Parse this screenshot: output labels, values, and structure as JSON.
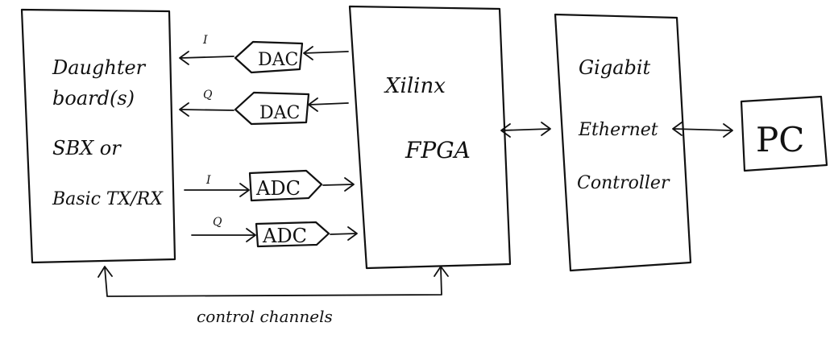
{
  "blocks": {
    "daughter": {
      "lines": [
        "Daughter",
        "board(s)",
        "SBX or",
        "Basic TX/RX"
      ]
    },
    "fpga": {
      "lines": [
        "Xilinx",
        "FPGA"
      ]
    },
    "ethernet": {
      "lines": [
        "Gigabit",
        "Ethernet",
        "Controller"
      ]
    },
    "pc": {
      "lines": [
        "PC"
      ]
    }
  },
  "converters": {
    "dac_top": {
      "label": "DAC",
      "signal": "I"
    },
    "dac_bottom": {
      "label": "DAC",
      "signal": "Q"
    },
    "adc_top": {
      "label": "ADC",
      "signal": "I"
    },
    "adc_bottom": {
      "label": "ADC",
      "signal": "Q"
    }
  },
  "control_label": "control channels"
}
